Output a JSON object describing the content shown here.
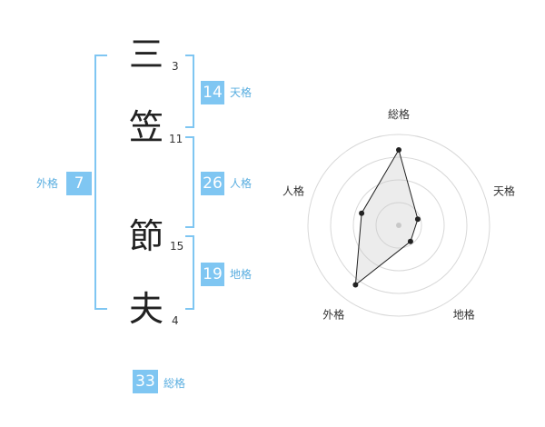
{
  "name": {
    "chars": [
      "三",
      "笠",
      "節",
      "夫"
    ],
    "strokes": [
      "3",
      "11",
      "15",
      "4"
    ]
  },
  "kaku": {
    "tenkaku": {
      "value": "14",
      "label": "天格"
    },
    "jinkaku": {
      "value": "26",
      "label": "人格"
    },
    "chikaku": {
      "value": "19",
      "label": "地格"
    },
    "gaikaku": {
      "value": "7",
      "label": "外格"
    },
    "soukaku": {
      "value": "33",
      "label": "総格"
    }
  },
  "chart_data": {
    "type": "radar",
    "axes": [
      "総格",
      "天格",
      "地格",
      "外格",
      "人格"
    ],
    "values": [
      0.83,
      0.22,
      0.22,
      0.81,
      0.43
    ],
    "range": [
      0,
      1
    ],
    "rings": 4
  }
}
